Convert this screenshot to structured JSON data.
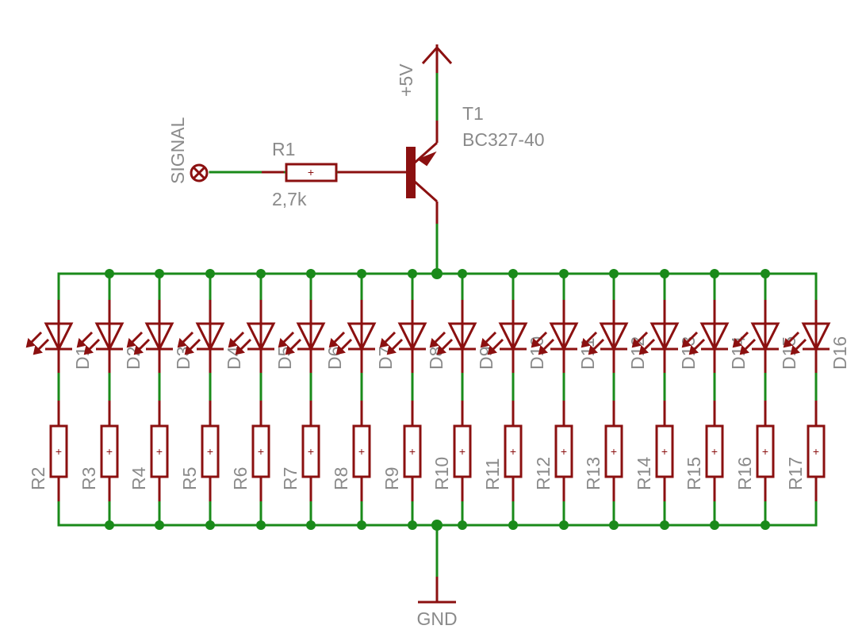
{
  "signal_label": "SIGNAL",
  "supply_label": "+5V",
  "ground_label": "GND",
  "r1": {
    "name": "R1",
    "value": "2,7k"
  },
  "t1": {
    "name": "T1",
    "part": "BC327-40"
  },
  "resistor_mark": "+",
  "leds": [
    "D1",
    "D2",
    "D3",
    "D4",
    "D5",
    "D6",
    "D7",
    "D8",
    "D9",
    "D10",
    "D11",
    "D12",
    "D13",
    "D14",
    "D15",
    "D16"
  ],
  "resistors": [
    "R2",
    "R3",
    "R4",
    "R5",
    "R6",
    "R7",
    "R8",
    "R9",
    "R10",
    "R11",
    "R12",
    "R13",
    "R14",
    "R15",
    "R16",
    "R17"
  ],
  "colors": {
    "wire": "#1a8a1a",
    "part": "#8b1010",
    "label": "#8a8a8a"
  }
}
